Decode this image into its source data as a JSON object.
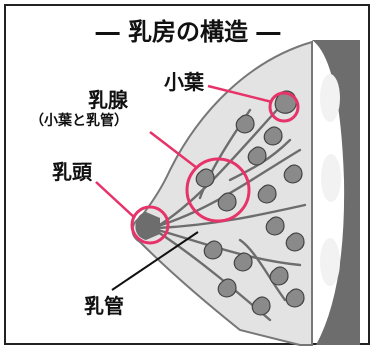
{
  "title": "― 乳房の構造 ―",
  "labels": {
    "small_leaf": "小葉",
    "gland": "乳腺",
    "gland_note": "（小葉と乳管）",
    "nipple": "乳頭",
    "duct": "乳管"
  },
  "colors": {
    "highlight": "#e6336a",
    "tissue": "#8a8a8a",
    "tissue_light": "#e3e3e3",
    "chest_wall": "#6d6d6d",
    "rib": "#f2f2f2"
  }
}
